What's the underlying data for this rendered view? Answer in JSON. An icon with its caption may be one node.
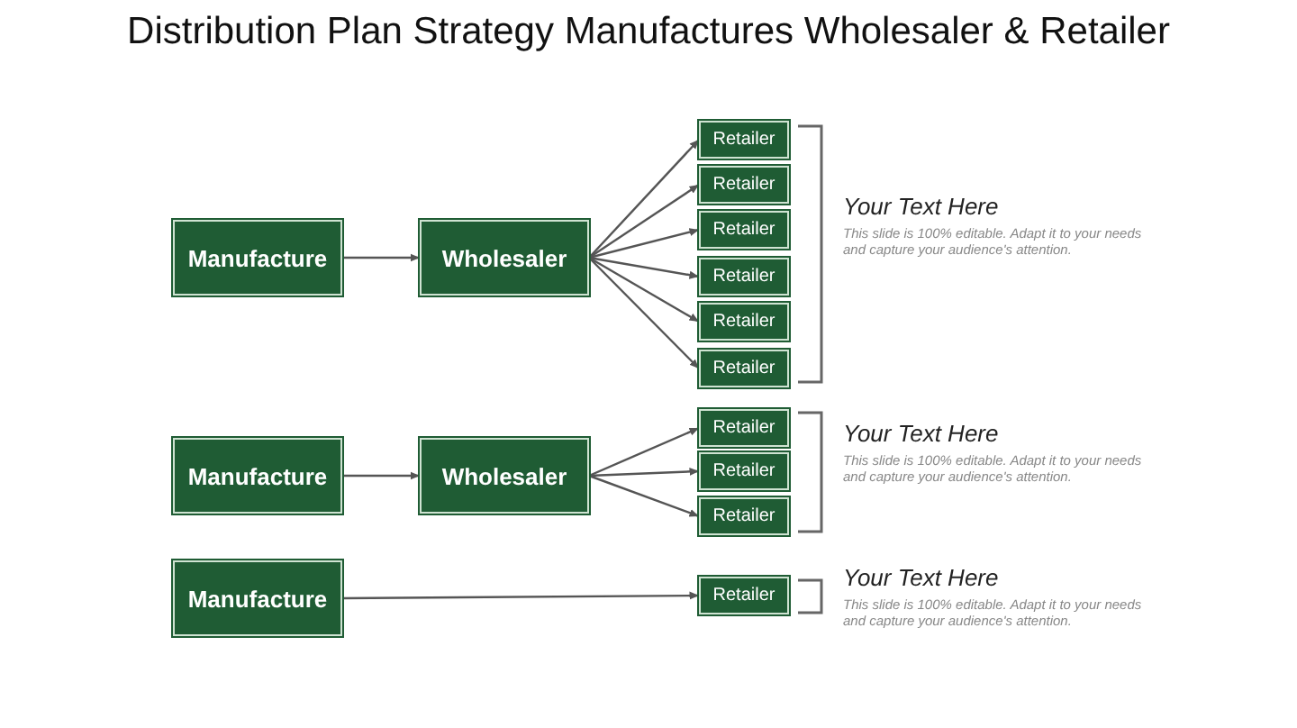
{
  "diagram": {
    "title": "Distribution Plan Strategy Manufactures Wholesaler & Retailer",
    "nodes": [
      {
        "text": [
          "Manufacture"
        ]
      },
      {
        "text": [
          "Wholesaler"
        ]
      },
      {
        "text": [
          "Retailer"
        ]
      },
      {
        "text": [
          "Retailer"
        ]
      },
      {
        "text": [
          "Retailer"
        ]
      },
      {
        "text": [
          "Retailer"
        ]
      },
      {
        "text": [
          "Retailer"
        ]
      },
      {
        "text": [
          "Retailer"
        ]
      },
      {
        "text": [
          "Manufacture"
        ]
      },
      {
        "text": [
          "Wholesaler"
        ]
      },
      {
        "text": [
          "Retailer"
        ]
      },
      {
        "text": [
          "Retailer"
        ]
      },
      {
        "text": [
          "Retailer"
        ]
      },
      {
        "text": [
          "Manufacture"
        ]
      },
      {
        "text": [
          "Retailer"
        ]
      }
    ],
    "edges": [
      {
        "from": 0,
        "to": 1,
        "arrow": "to"
      },
      {
        "from": 1,
        "to": 2,
        "arrow": "to"
      },
      {
        "from": 1,
        "to": 3,
        "arrow": "to"
      },
      {
        "from": 1,
        "to": 4,
        "arrow": "to"
      },
      {
        "from": 1,
        "to": 5,
        "arrow": "to"
      },
      {
        "from": 1,
        "to": 6,
        "arrow": "to"
      },
      {
        "from": 1,
        "to": 7,
        "arrow": "to"
      },
      {
        "from": 8,
        "to": 9,
        "arrow": "to"
      },
      {
        "from": 9,
        "to": 10,
        "arrow": "to"
      },
      {
        "from": 9,
        "to": 11,
        "arrow": "to"
      },
      {
        "from": 9,
        "to": 12,
        "arrow": "to"
      },
      {
        "from": 13,
        "to": 14,
        "arrow": "to"
      }
    ],
    "labels": [
      "Your Text Here",
      "This slide is 100% editable. Adapt it to your needs and capture your audience's attention.",
      "Your Text Here",
      "This slide is 100% editable. Adapt it to your needs and capture your audience's attention.",
      "Your Text Here",
      "This slide is 100% editable. Adapt it to your needs and capture your audience's attention."
    ]
  }
}
